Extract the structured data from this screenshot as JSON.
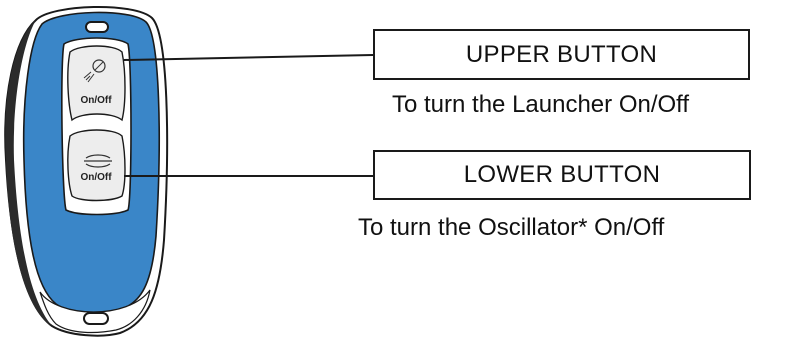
{
  "remote": {
    "body_color": "#3a86c8",
    "outline_color": "#1a1a1a",
    "upper_button": {
      "icon": "launcher-ball-icon",
      "label": "On/Off"
    },
    "lower_button": {
      "icon": "oscillator-icon",
      "label": "On/Off"
    }
  },
  "callouts": {
    "upper": {
      "title": "UPPER BUTTON",
      "description": "To turn the Launcher On/Off"
    },
    "lower": {
      "title": "LOWER BUTTON",
      "description": "To turn the Oscillator* On/Off"
    }
  }
}
